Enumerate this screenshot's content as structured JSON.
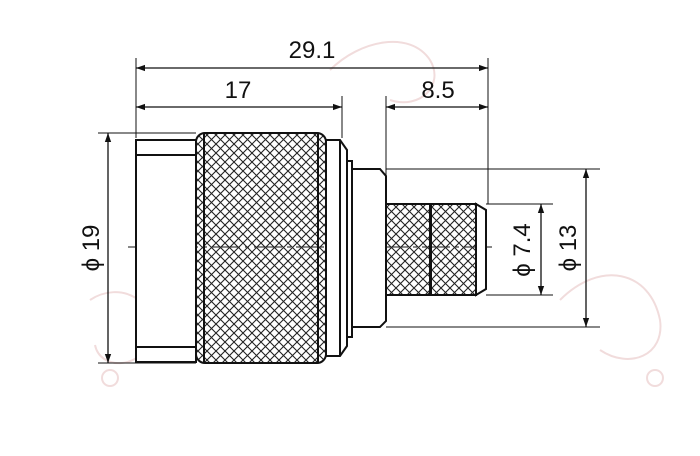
{
  "dimensions": {
    "overall_length": "29.1",
    "body_length": "17",
    "crimp_length": "8.5",
    "body_diameter": "ϕ 19",
    "crimp_diameter": "ϕ 7.4",
    "ferrule_diameter": "ϕ 13"
  },
  "colors": {
    "line": "#111111",
    "knurl": "#222222",
    "watermark": "#f3dede"
  }
}
